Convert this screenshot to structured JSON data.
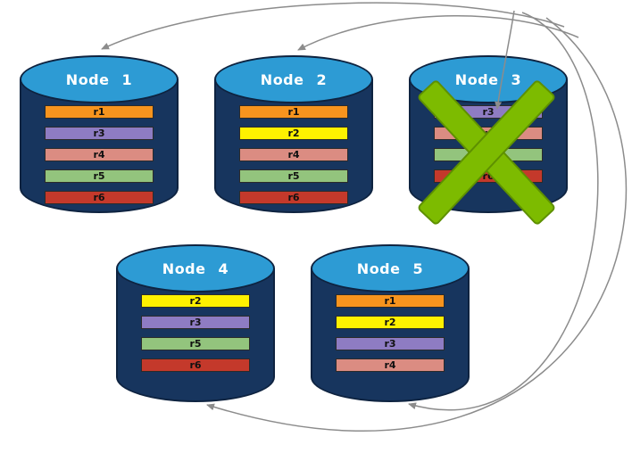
{
  "nodes": [
    {
      "name": "Node 1",
      "failed": false,
      "bars": [
        {
          "label": "r1",
          "color": "#F7941E"
        },
        {
          "label": "r3",
          "color": "#8E7CC3"
        },
        {
          "label": "r4",
          "color": "#DB8C82"
        },
        {
          "label": "r5",
          "color": "#93C47D"
        },
        {
          "label": "r6",
          "color": "#C4392B"
        }
      ]
    },
    {
      "name": "Node 2",
      "failed": false,
      "bars": [
        {
          "label": "r1",
          "color": "#F7941E"
        },
        {
          "label": "r2",
          "color": "#FFF100"
        },
        {
          "label": "r4",
          "color": "#DB8C82"
        },
        {
          "label": "r5",
          "color": "#93C47D"
        },
        {
          "label": "r6",
          "color": "#C4392B"
        }
      ]
    },
    {
      "name": "Node 3",
      "failed": true,
      "bars": [
        {
          "label": "r3",
          "color": "#8E7CC3"
        },
        {
          "label": "r4",
          "color": "#DB8C82"
        },
        {
          "label": "r5",
          "color": "#93C47D"
        },
        {
          "label": "r6",
          "color": "#C4392B"
        }
      ]
    },
    {
      "name": "Node 4",
      "failed": false,
      "bars": [
        {
          "label": "r2",
          "color": "#FFF100"
        },
        {
          "label": "r3",
          "color": "#8E7CC3"
        },
        {
          "label": "r5",
          "color": "#93C47D"
        },
        {
          "label": "r6",
          "color": "#C4392B"
        }
      ]
    },
    {
      "name": "Node 5",
      "failed": false,
      "bars": [
        {
          "label": "r1",
          "color": "#F7941E"
        },
        {
          "label": "r2",
          "color": "#FFF100"
        },
        {
          "label": "r3",
          "color": "#8E7CC3"
        },
        {
          "label": "r4",
          "color": "#DB8C82"
        }
      ]
    }
  ],
  "colors": {
    "cylinder_body": "#17355E",
    "cylinder_top": "#2D9BD4",
    "cylinder_outline": "#0E2340",
    "bar_border": "#2B2B2B",
    "arrow": "#8C8C8C",
    "fail_x": "#7DBB00"
  }
}
